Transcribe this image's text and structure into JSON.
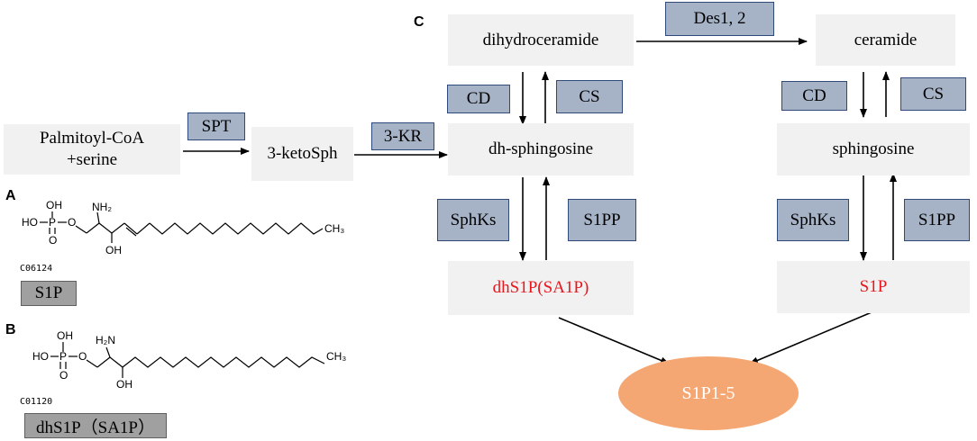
{
  "nodes": {
    "palmitoyl": "Palmitoyl-CoA\n+serine",
    "ketosph": "3-ketoSph",
    "dihydroceramide": "dihydroceramide",
    "ceramide": "ceramide",
    "dh_sphingosine": "dh-sphingosine",
    "sphingosine": "sphingosine",
    "dhs1p": "dhS1P(SA1P)",
    "s1p": "S1P",
    "receptor": "S1P1-5"
  },
  "enzymes": {
    "spt": "SPT",
    "kr": "3-KR",
    "des": "Des1, 2",
    "cd_left": "CD",
    "cs_left": "CS",
    "cd_right": "CD",
    "cs_right": "CS",
    "sphks_left": "SphKs",
    "s1pp_left": "S1PP",
    "sphks_right": "SphKs",
    "s1pp_right": "S1PP"
  },
  "panel_labels": {
    "a": "A",
    "b": "B",
    "c": "C"
  },
  "structures": {
    "a": {
      "compound_id": "C06124",
      "name": "S1P",
      "atoms": {
        "oh": "OH",
        "ho": "HO",
        "p": "P",
        "o_double": "O",
        "o_ester": "O",
        "nh2": "NH₂",
        "oh_chain": "OH",
        "ch3": "CH₃"
      }
    },
    "b": {
      "compound_id": "C01120",
      "name": "dhS1P（SA1P）",
      "atoms": {
        "oh": "OH",
        "ho": "HO",
        "p": "P",
        "o_double": "O",
        "o_ester": "O",
        "nh2": "H₂N",
        "oh_chain": "OH",
        "ch3": "CH₃"
      }
    }
  },
  "colors": {
    "node_fill": "#f1f1f1",
    "enzyme_fill": "#a6b3c7",
    "enzyme_border": "#2f4a7a",
    "product_text": "#e8171d",
    "receptor_fill": "#f5a773",
    "tag_fill": "#a0a0a0"
  }
}
